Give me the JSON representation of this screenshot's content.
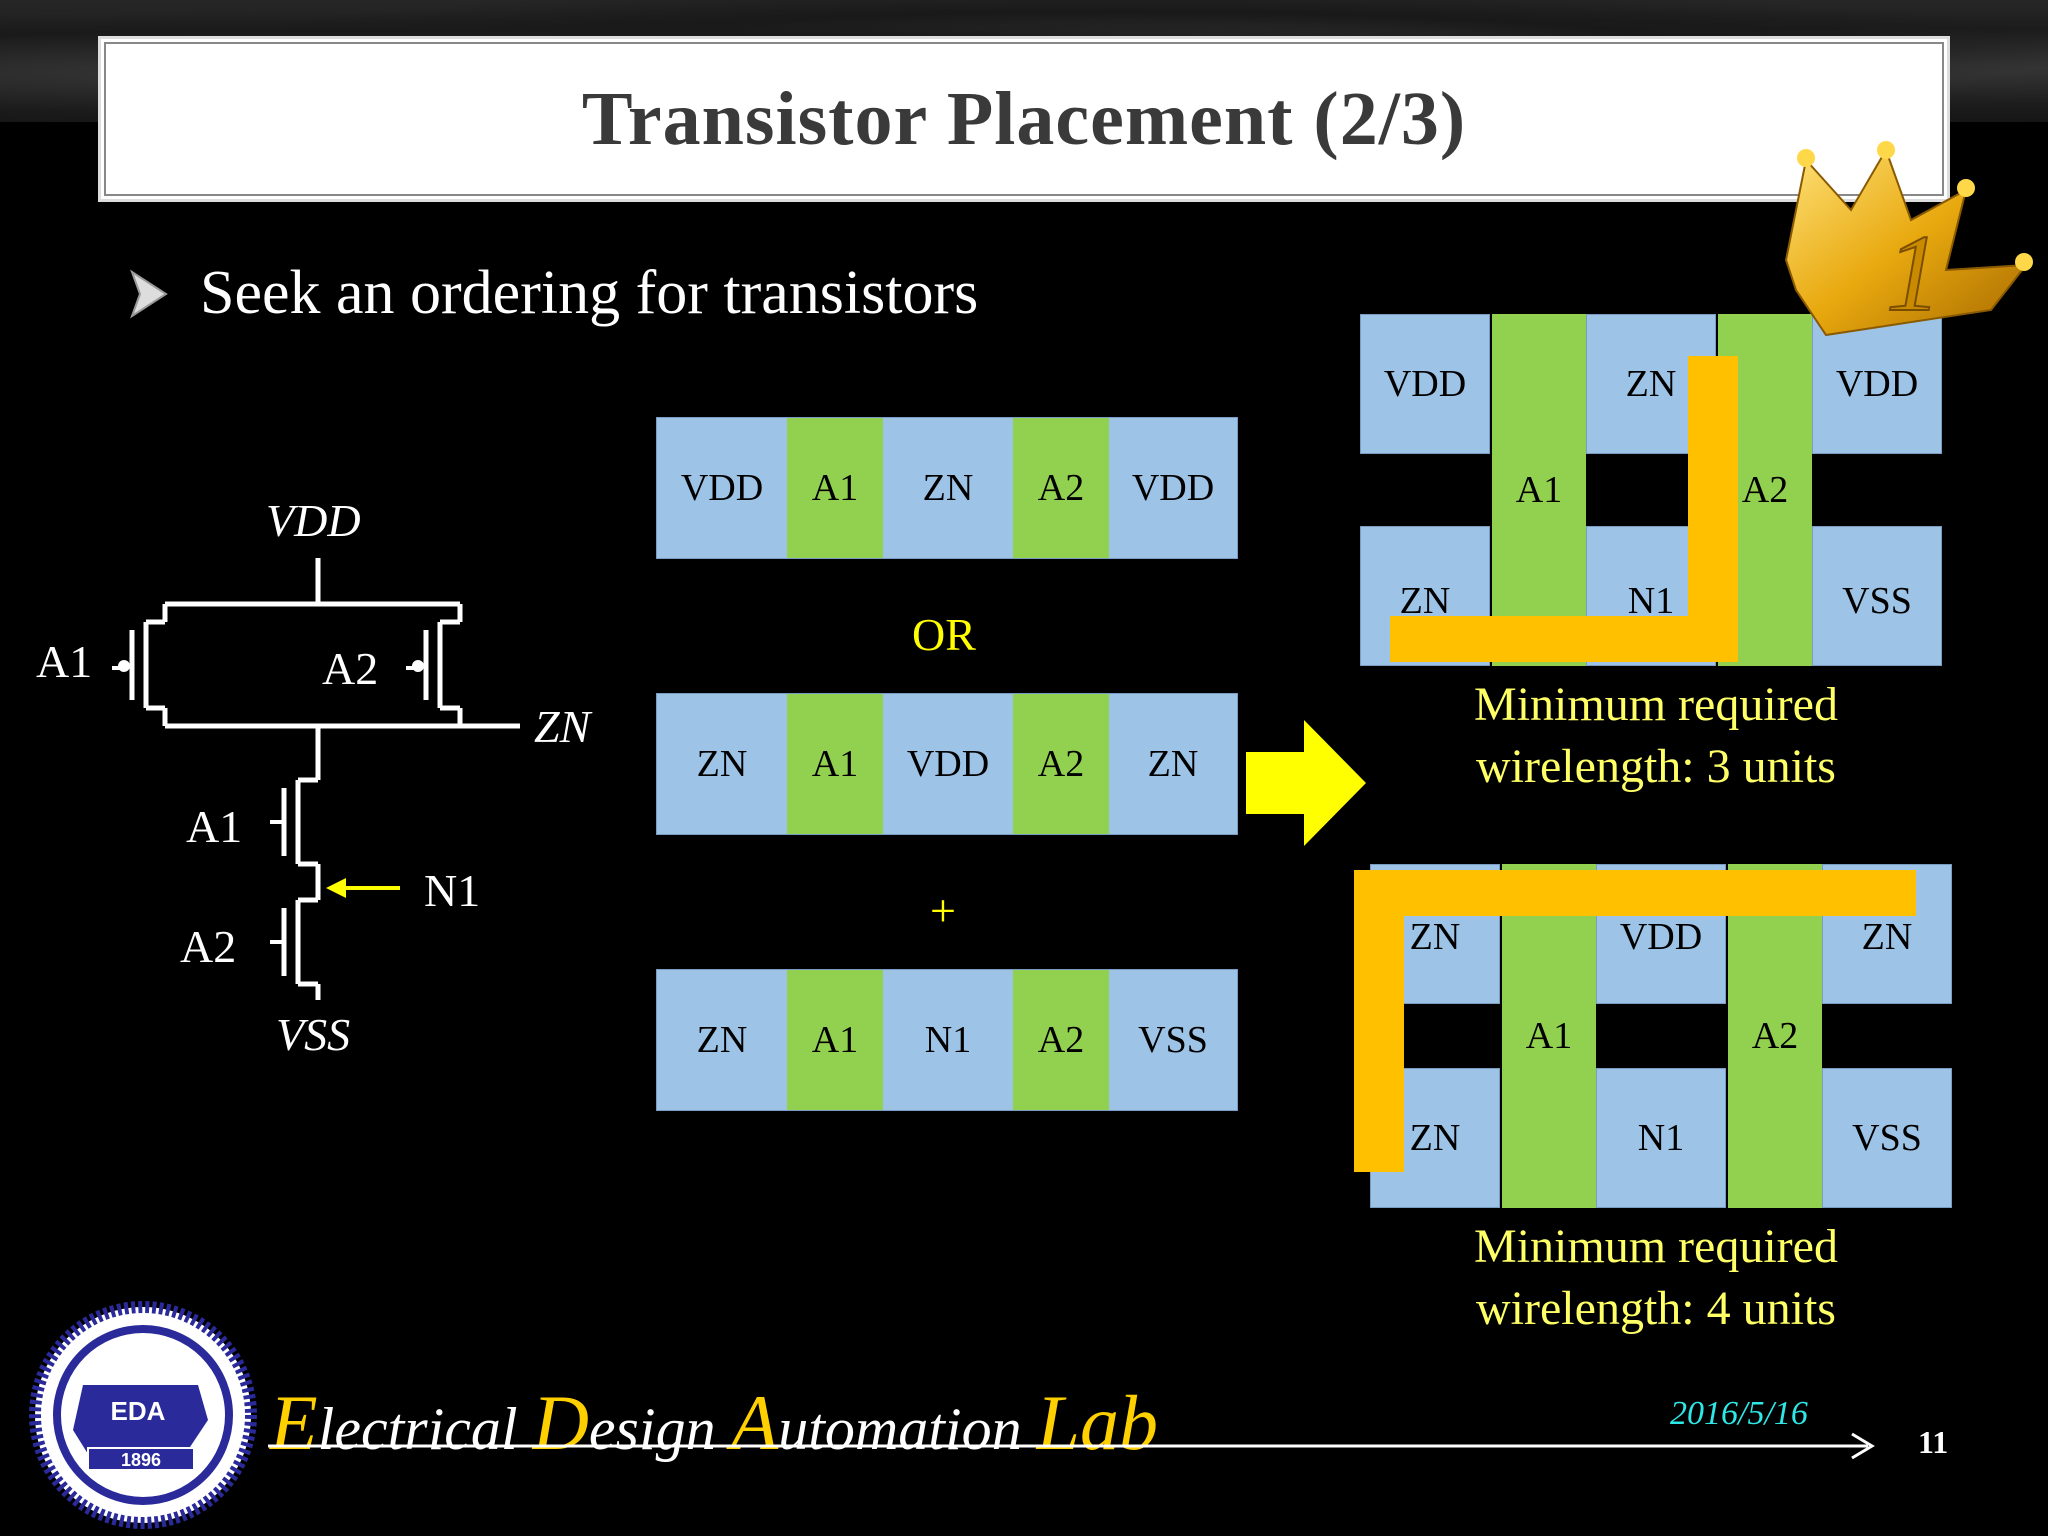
{
  "title": "Transistor Placement (2/3)",
  "bullet": "Seek an ordering for transistors",
  "schematic": {
    "vdd": "VDD",
    "vss": "VSS",
    "zn": "ZN",
    "n1": "N1",
    "a1_top": "A1",
    "a2_top": "A2",
    "a1_bottom": "A1",
    "a2_bottom": "A2"
  },
  "orderings": {
    "row1": [
      "VDD",
      "A1",
      "ZN",
      "A2",
      "VDD"
    ],
    "or_label": "OR",
    "row2": [
      "ZN",
      "A1",
      "VDD",
      "A2",
      "ZN"
    ],
    "plus_label": "+",
    "row3": [
      "ZN",
      "A1",
      "N1",
      "A2",
      "VSS"
    ]
  },
  "layout_a": {
    "top": [
      "VDD",
      "ZN",
      "VDD"
    ],
    "gates": [
      "A1",
      "A2"
    ],
    "bottom": [
      "ZN",
      "N1",
      "VSS"
    ],
    "caption_line1": "Minimum required",
    "caption_line2": "wirelength: 3 units"
  },
  "layout_b": {
    "top": [
      "ZN",
      "VDD",
      "ZN"
    ],
    "gates": [
      "A1",
      "A2"
    ],
    "bottom": [
      "ZN",
      "N1",
      "VSS"
    ],
    "caption_line1": "Minimum required",
    "caption_line2": "wirelength: 4 units"
  },
  "crown_number": "1",
  "footer": {
    "lab_E": "E",
    "lab_lectrical": "lectrical ",
    "lab_D": "D",
    "lab_esign": "esign ",
    "lab_A": "A",
    "lab_utomation": "utomation ",
    "lab_Lab": "Lab",
    "date": "2016/5/16",
    "page": "11",
    "logo_text": "EDA",
    "logo_year": "1896"
  },
  "colors": {
    "diffusion": "#9dc3e6",
    "gate": "#92d050",
    "wire": "#ffc000",
    "highlight_text": "#ffff00",
    "arrow": "#ffff00"
  }
}
